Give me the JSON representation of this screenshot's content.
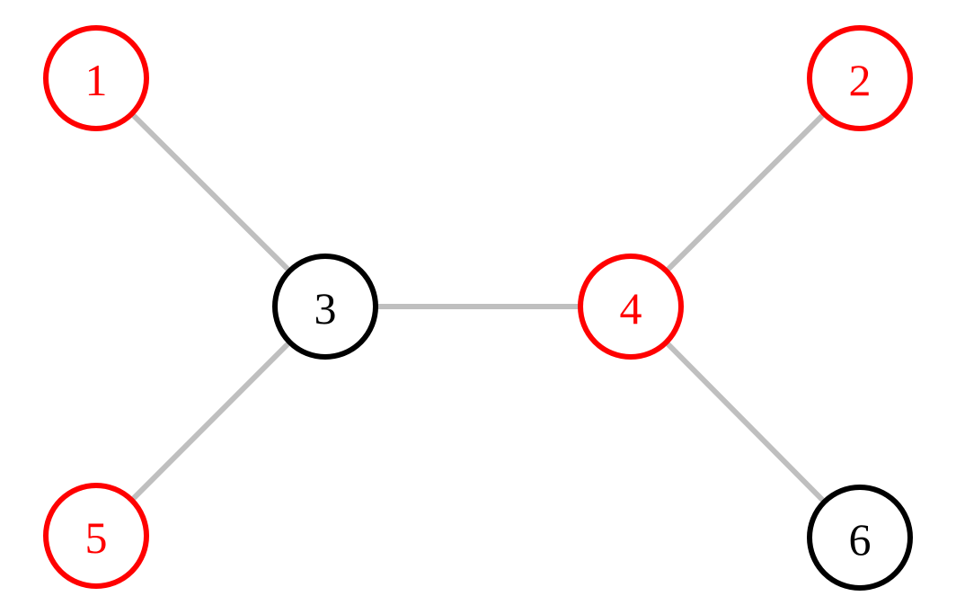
{
  "colors": {
    "highlight": "#ff0000",
    "default": "#000000",
    "edge": "#bfbfbf"
  },
  "nodes": [
    {
      "id": "1",
      "label": "1",
      "highlighted": true
    },
    {
      "id": "2",
      "label": "2",
      "highlighted": true
    },
    {
      "id": "3",
      "label": "3",
      "highlighted": false
    },
    {
      "id": "4",
      "label": "4",
      "highlighted": true
    },
    {
      "id": "5",
      "label": "5",
      "highlighted": true
    },
    {
      "id": "6",
      "label": "6",
      "highlighted": false
    }
  ],
  "edges": [
    {
      "from": "1",
      "to": "3"
    },
    {
      "from": "5",
      "to": "3"
    },
    {
      "from": "3",
      "to": "4"
    },
    {
      "from": "2",
      "to": "4"
    },
    {
      "from": "4",
      "to": "6"
    }
  ]
}
